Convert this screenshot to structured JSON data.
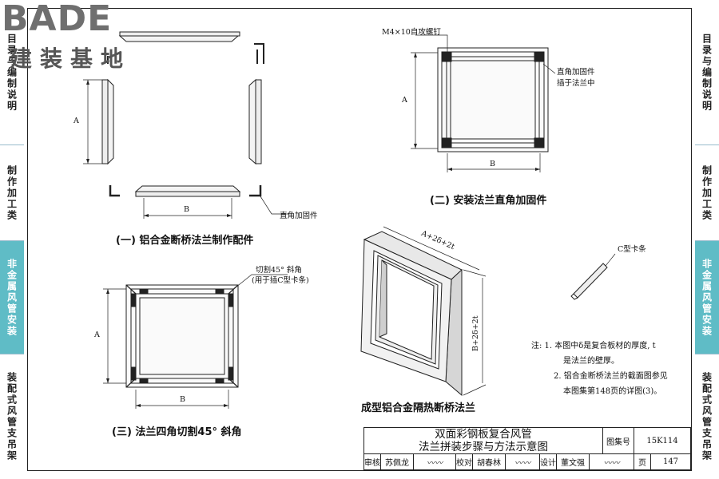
{
  "logo": {
    "brand": "BADE",
    "sub": "建装基地"
  },
  "left_sidebar": [
    {
      "label": "目录与编制说明",
      "active": false
    },
    {
      "label": "制作加工类",
      "active": false
    },
    {
      "label": "非金属风管安装",
      "active": true
    },
    {
      "label": "装配式风管支吊架",
      "active": false
    }
  ],
  "right_sidebar": [
    {
      "label": "目录与编制说明",
      "active": false
    },
    {
      "label": "制作加工类",
      "active": false
    },
    {
      "label": "非金属风管安装",
      "active": true
    },
    {
      "label": "装配式风管支吊架",
      "active": false
    }
  ],
  "figures": {
    "fig1": {
      "caption": "(一) 铝合金断桥法兰制作配件",
      "dim_a": "A",
      "dim_b": "B",
      "callout": "直角加固件"
    },
    "fig2": {
      "caption": "(二) 安装法兰直角加固件",
      "dim_a": "A",
      "dim_b": "B",
      "callout_top": "M4×10自攻螺钉",
      "callout_right_1": "直角加固件",
      "callout_right_2": "插于法兰中"
    },
    "fig3": {
      "caption": "(三) 法兰四角切割45° 斜角",
      "dim_a": "A",
      "dim_b": "B",
      "callout_1": "切割45° 斜角",
      "callout_2": "(用于插C型卡条)"
    },
    "fig4": {
      "caption": "成型铝合金隔热断桥法兰",
      "dim_top": "A+2δ+2t",
      "dim_side": "B+2δ+2t"
    },
    "fig5": {
      "label": "C型卡条"
    }
  },
  "notes": {
    "line1": "注: 1. 本图中δ是复合板材的厚度, t",
    "line2": "是法兰的壁厚。",
    "line3": "2. 铝合金断桥法兰的截面图参见",
    "line4": "本图集第148页的详图(3)。"
  },
  "title_block": {
    "title_1": "双面彩钢板复合风管",
    "title_2": "法兰拼装步骤与方法示意图",
    "atlas_label": "图集号",
    "atlas_value": "15K114",
    "review_label": "审核",
    "review_name": "苏佩龙",
    "check_label": "校对",
    "check_name": "胡春林",
    "design_label": "设计",
    "design_name": "董文强",
    "page_label": "页",
    "page_value": "147"
  }
}
